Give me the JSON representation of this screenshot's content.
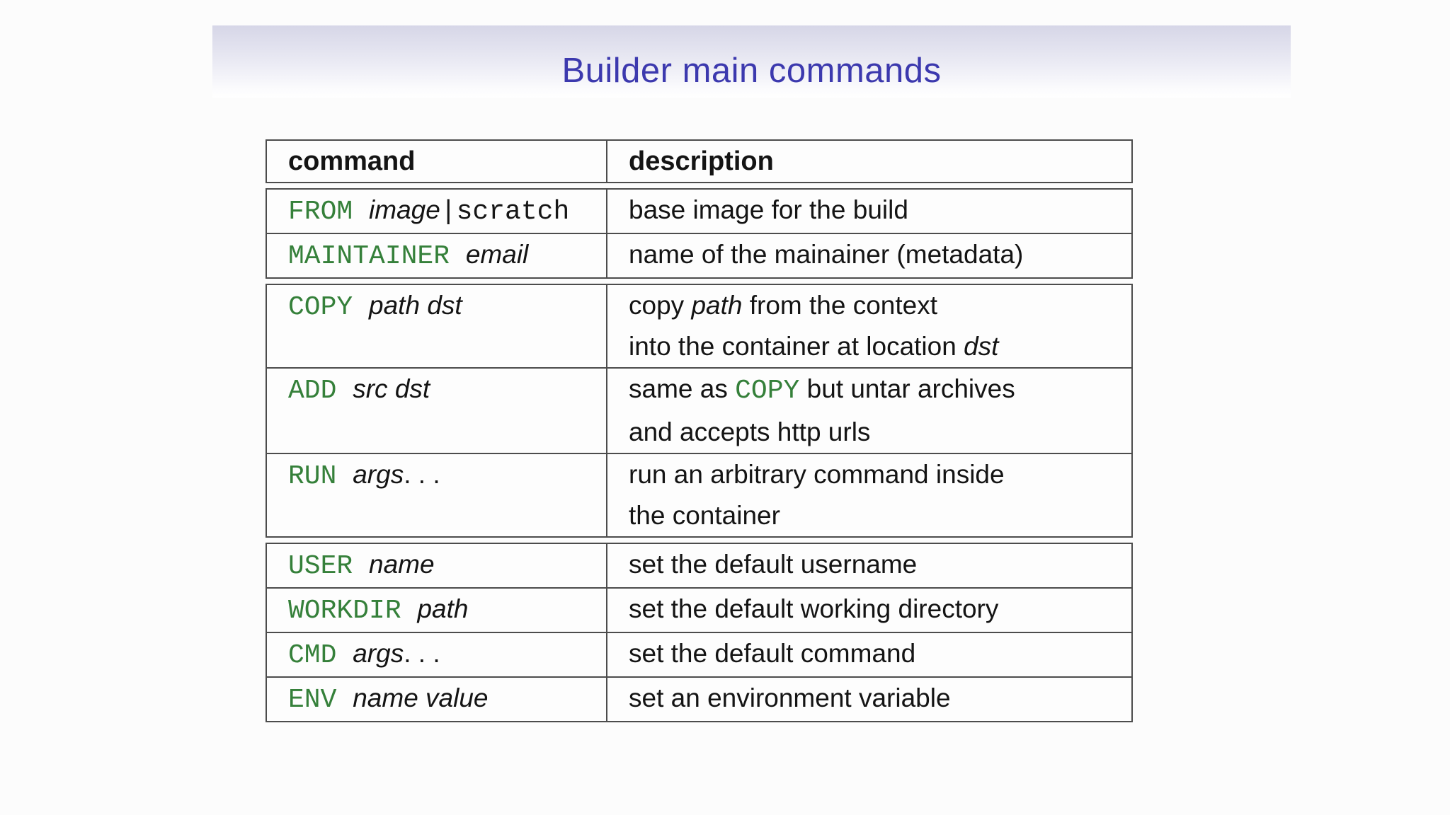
{
  "title": "Builder main commands",
  "colors": {
    "accent_title": "#3c39ae",
    "keyword_green": "#35803a",
    "table_border": "#4c4c4c",
    "band_top": "#d6d6e7"
  },
  "table": {
    "headers": [
      "command",
      "description"
    ],
    "groups": [
      {
        "rows": [
          {
            "command": [
              {
                "text": "FROM ",
                "style": "kw"
              },
              {
                "text": "image",
                "style": "arg"
              },
              {
                "text": "|",
                "style": "bar"
              },
              {
                "text": "scratch",
                "style": "lit"
              }
            ],
            "description_lines": [
              [
                {
                  "text": "base image for the build",
                  "style": "txt"
                }
              ]
            ]
          },
          {
            "command": [
              {
                "text": "MAINTAINER ",
                "style": "kw"
              },
              {
                "text": "email",
                "style": "arg"
              }
            ],
            "description_lines": [
              [
                {
                  "text": "name of the mainainer (metadata)",
                  "style": "txt"
                }
              ]
            ]
          }
        ]
      },
      {
        "rows": [
          {
            "command": [
              {
                "text": "COPY ",
                "style": "kw"
              },
              {
                "text": "path dst",
                "style": "arg"
              }
            ],
            "description_lines": [
              [
                {
                  "text": "copy ",
                  "style": "txt"
                },
                {
                  "text": "path",
                  "style": "arg"
                },
                {
                  "text": " from the context",
                  "style": "txt"
                }
              ],
              [
                {
                  "text": "into the container at location ",
                  "style": "txt"
                },
                {
                  "text": "dst",
                  "style": "arg"
                }
              ]
            ]
          },
          {
            "command": [
              {
                "text": "ADD ",
                "style": "kw"
              },
              {
                "text": "src dst",
                "style": "arg"
              }
            ],
            "description_lines": [
              [
                {
                  "text": "same as ",
                  "style": "txt"
                },
                {
                  "text": "COPY",
                  "style": "kw"
                },
                {
                  "text": " but untar archives",
                  "style": "txt"
                }
              ],
              [
                {
                  "text": "and accepts http urls",
                  "style": "txt"
                }
              ]
            ]
          },
          {
            "command": [
              {
                "text": "RUN ",
                "style": "kw"
              },
              {
                "text": "args",
                "style": "arg"
              },
              {
                "text": ". . .",
                "style": "txt"
              }
            ],
            "description_lines": [
              [
                {
                  "text": "run an arbitrary command inside",
                  "style": "txt"
                }
              ],
              [
                {
                  "text": "the container",
                  "style": "txt"
                }
              ]
            ]
          }
        ]
      },
      {
        "rows": [
          {
            "command": [
              {
                "text": "USER ",
                "style": "kw"
              },
              {
                "text": "name",
                "style": "arg"
              }
            ],
            "description_lines": [
              [
                {
                  "text": "set the default username",
                  "style": "txt"
                }
              ]
            ]
          },
          {
            "command": [
              {
                "text": "WORKDIR ",
                "style": "kw"
              },
              {
                "text": "path",
                "style": "arg"
              }
            ],
            "description_lines": [
              [
                {
                  "text": "set the default working directory",
                  "style": "txt"
                }
              ]
            ]
          },
          {
            "command": [
              {
                "text": "CMD ",
                "style": "kw"
              },
              {
                "text": "args",
                "style": "arg"
              },
              {
                "text": ". . .",
                "style": "txt"
              }
            ],
            "description_lines": [
              [
                {
                  "text": "set the default command",
                  "style": "txt"
                }
              ]
            ]
          },
          {
            "command": [
              {
                "text": "ENV ",
                "style": "kw"
              },
              {
                "text": "name value",
                "style": "arg"
              }
            ],
            "description_lines": [
              [
                {
                  "text": "set an environment variable",
                  "style": "txt"
                }
              ]
            ]
          }
        ]
      }
    ]
  }
}
